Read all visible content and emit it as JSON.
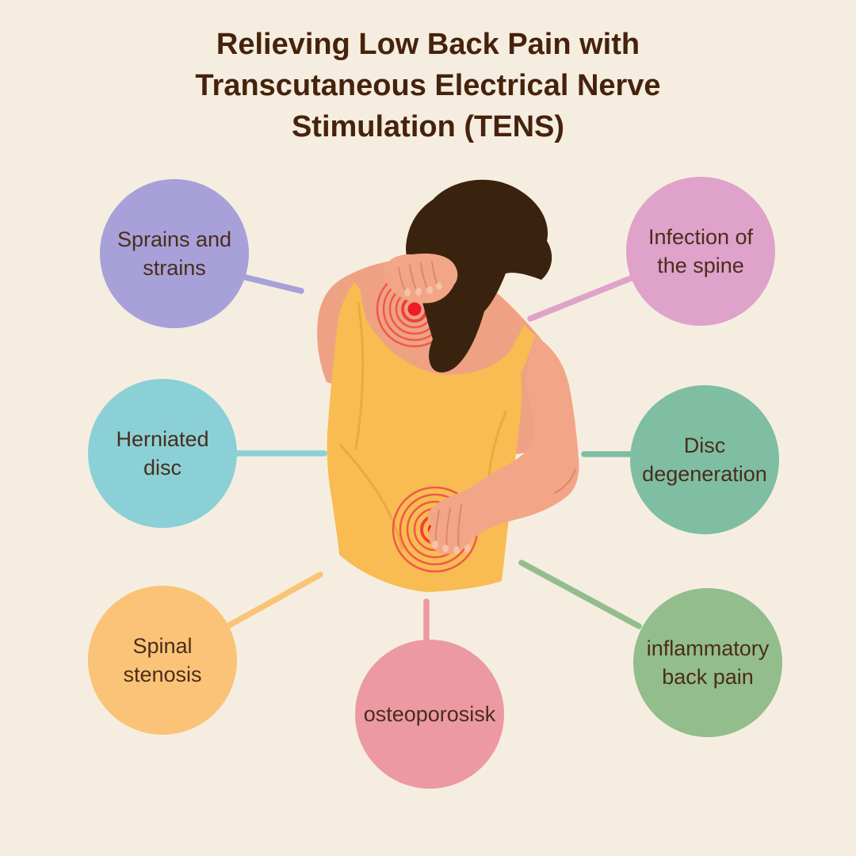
{
  "title": "Relieving Low Back Pain with\nTranscutaneous Electrical Nerve\nStimulation (TENS)",
  "colors": {
    "background": "#F5EEE0",
    "title": "#46220C",
    "label_text": "#4A2D1B",
    "skin": "#F2A687",
    "skin_back": "#EFA183",
    "skin_shadow": "#D98A69",
    "nail": "#F6C2A8",
    "shirt": "#F8BC52",
    "shirt_fold": "#EFA83E",
    "hair": "#3A230E",
    "pain_ring": "#F0584A",
    "pain_ring_inner": "#EF4136",
    "pain_dot": "#EE1C24"
  },
  "illustration": {
    "description": "woman seen from behind holding her neck and lower back, with red concentric pain markers at the neck and lumbar area"
  },
  "causes": [
    {
      "id": "sprains-strains",
      "label": "Sprains and\nstrains",
      "color": "#A8A0D8"
    },
    {
      "id": "infection-spine",
      "label": "Infection of\nthe spine",
      "color": "#DFA2CA"
    },
    {
      "id": "herniated-disc",
      "label": "Herniated\ndisc",
      "color": "#8BD0D6"
    },
    {
      "id": "disc-degeneration",
      "label": "Disc\ndegeneration",
      "color": "#7FBEA2"
    },
    {
      "id": "spinal-stenosis",
      "label": "Spinal\nstenosis",
      "color": "#FAC377"
    },
    {
      "id": "osteoporosisk",
      "label": "osteoporosisk",
      "color": "#EC99A1"
    },
    {
      "id": "inflammatory-back-pain",
      "label": "inflammatory\nback pain",
      "color": "#93BD8C"
    }
  ]
}
